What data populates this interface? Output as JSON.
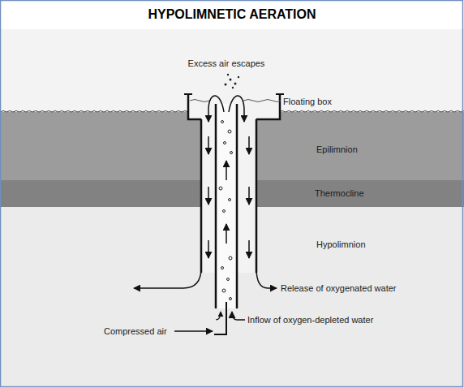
{
  "diagram": {
    "title": "HYPOLIMNETIC AERATION",
    "nodes": [
      {
        "text": [
          "Epilimnion"
        ]
      },
      {
        "text": [
          "Thermocline"
        ]
      },
      {
        "text": [
          "Hypolimnion"
        ]
      }
    ],
    "labels": [
      "Excess air escapes",
      "Floating box",
      "Release of oxygenated water",
      "Inflow of oxygen-depleted water",
      "Compressed air"
    ]
  }
}
